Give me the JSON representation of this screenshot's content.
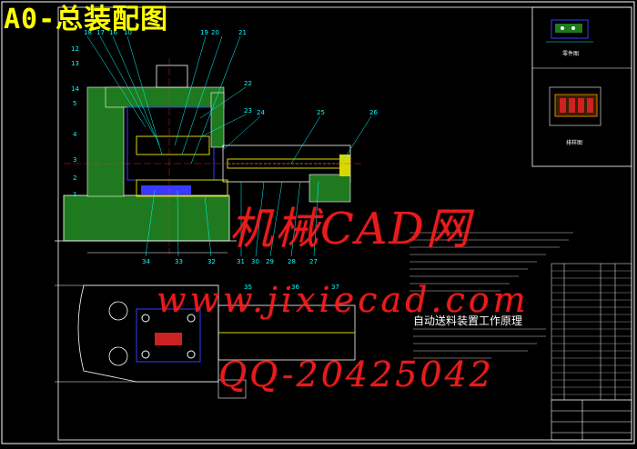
{
  "drawing": {
    "title": "A0-总装配图",
    "notes_heading": "自动送料装置工作原理",
    "panel_top_label": "零件图",
    "panel_mid_label": "排样图"
  },
  "watermarks": {
    "line1": "机械CAD网",
    "line2": "www.jixiecad.com",
    "line3": "QQ-20425042"
  },
  "callouts": {
    "top_row": [
      "18",
      "17",
      "16",
      "10",
      "19",
      "20",
      "21",
      "22",
      "23",
      "24",
      "25",
      "26"
    ],
    "left_col": [
      "12",
      "13",
      "14",
      "5",
      "4",
      "3",
      "2",
      "1"
    ],
    "bottom_row": [
      "34",
      "33",
      "32",
      "31",
      "30",
      "29",
      "28",
      "27"
    ],
    "plan_view": [
      "35",
      "36",
      "37"
    ]
  },
  "colors": {
    "background": "#000000",
    "title": "#ffff00",
    "watermark": "#ff2020",
    "border": "#ffffff",
    "callout": "#00ffff",
    "part_green": "#1f7a1f",
    "part_blue": "#3a3aff",
    "part_yellow": "#d8d800",
    "part_red": "#cc2222"
  }
}
